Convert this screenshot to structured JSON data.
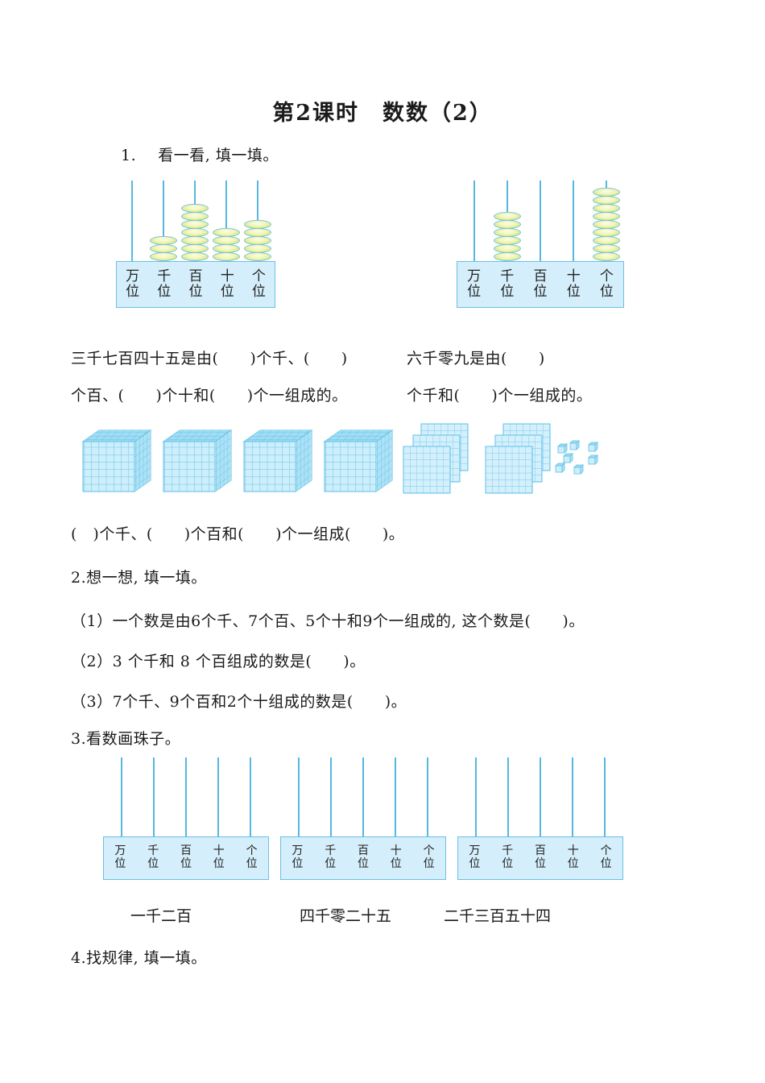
{
  "document": {
    "title": "第2课时　数数（2）"
  },
  "questions": [
    {
      "id": "q1",
      "number": "1.",
      "prompt": "看一看, 填一填。",
      "abacus_labels": [
        "万位",
        "千位",
        "百位",
        "十位",
        "个位"
      ],
      "abacus_left": {
        "beads": [
          0,
          3,
          7,
          4,
          5
        ],
        "value": "3745"
      },
      "abacus_right": {
        "beads": [
          0,
          6,
          0,
          0,
          9
        ],
        "value": "6009"
      },
      "fill_left_line1": "三千七百四十五是由(　　)个千、(　　)",
      "fill_left_line2": "个百、(　　)个十和(　　)个一组成的。",
      "fill_right_line1": "六千零九是由(　　)",
      "fill_right_line2": "个千和(　　)个一组成的。",
      "blocks": {
        "thousand_cubes": 4,
        "hundred_flat_groups": 2,
        "flats_per_group": 3,
        "unit_cubes": 7
      },
      "blocks_fill": "(　)个千、(　　)个百和(　　)个一组成(　　)。"
    },
    {
      "id": "q2",
      "number": "2.",
      "prompt": "想一想, 填一填。",
      "items": [
        "（1）一个数是由6个千、7个百、5个十和9个一组成的, 这个数是(　　)。",
        "（2）3 个千和 8 个百组成的数是(　　)。",
        "（3）7个千、9个百和2个十组成的数是(　　)。"
      ]
    },
    {
      "id": "q3",
      "number": "3.",
      "prompt": "看数画珠子。",
      "abacus_labels": [
        "万位",
        "千位",
        "百位",
        "十位",
        "个位"
      ],
      "abacuses": [
        {
          "beads": [
            0,
            0,
            0,
            0,
            0
          ],
          "caption": "一千二百"
        },
        {
          "beads": [
            0,
            0,
            0,
            0,
            0
          ],
          "caption": "四千零二十五"
        },
        {
          "beads": [
            0,
            0,
            0,
            0,
            0
          ],
          "caption": "二千三百五十四"
        }
      ]
    },
    {
      "id": "q4",
      "number": "4.",
      "prompt": "找规律, 填一填。"
    }
  ],
  "colors": {
    "abacus_rod": "#56b7e0",
    "abacus_base_fill": "#d4eefb",
    "abacus_base_border": "#6cc0e2",
    "bead_border": "#72c3e3",
    "block_fill": "#bfe8f8",
    "block_line": "#5fc0e6",
    "text": "#1a1a1a"
  }
}
